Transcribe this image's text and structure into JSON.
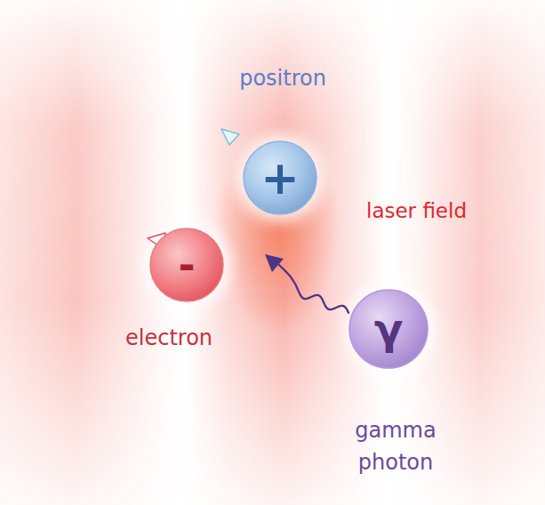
{
  "diagram": {
    "nodes": [
      {
        "text": [
          "positron",
          "+"
        ]
      },
      {
        "text": [
          "-",
          "electron"
        ]
      },
      {
        "text": [
          "γ",
          "gamma photon"
        ]
      }
    ],
    "labels": [
      "laser field"
    ]
  }
}
